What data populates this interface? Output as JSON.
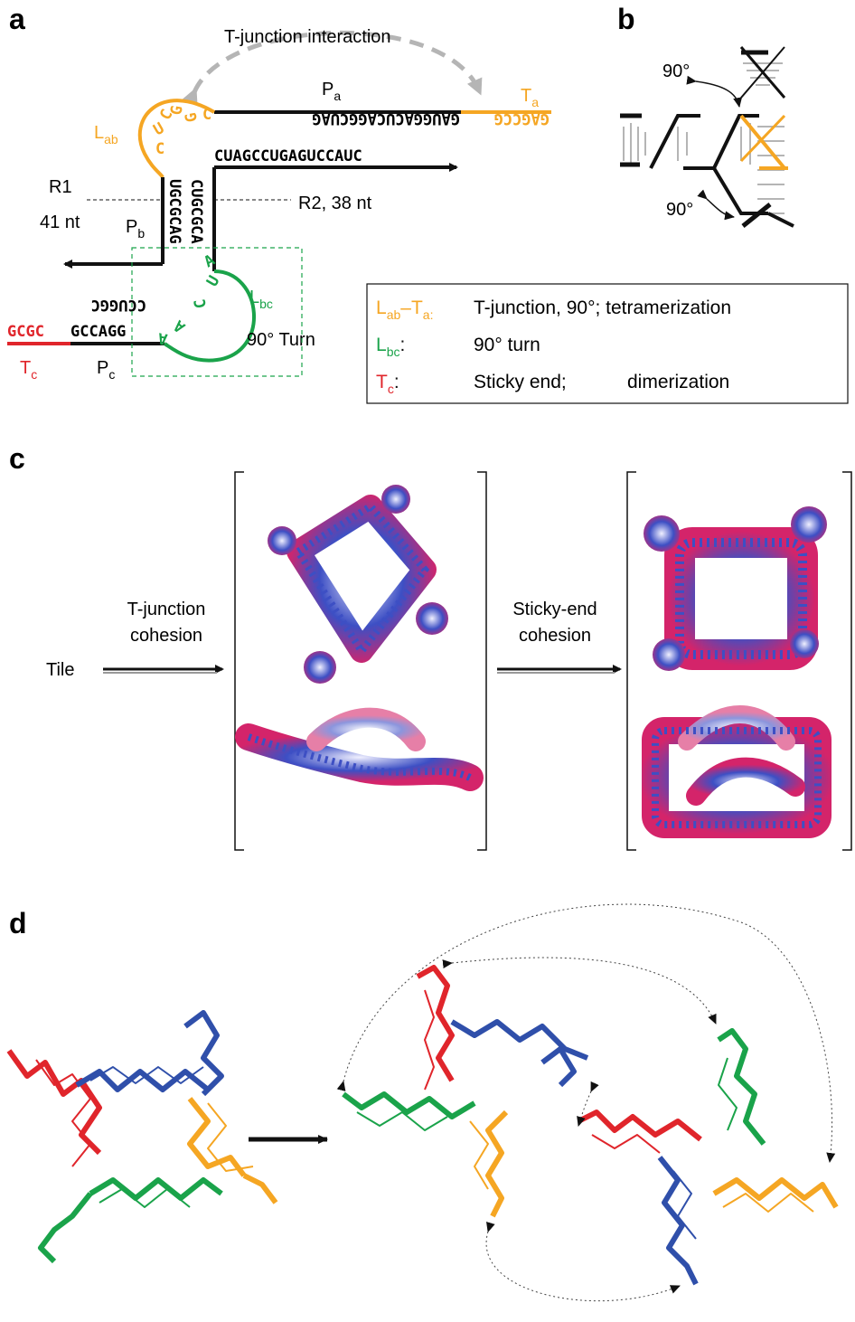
{
  "panels": {
    "a": "a",
    "b": "b",
    "c": "c",
    "d": "d"
  },
  "panel_a": {
    "arrow_label": "T-junction interaction",
    "Pa": "P",
    "Pa_sub": "a",
    "Ta": "T",
    "Ta_sub": "a",
    "Lab": "L",
    "Lab_sub": "ab",
    "Pb": "P",
    "Pb_sub": "b",
    "Pc": "P",
    "Pc_sub": "c",
    "Tc": "T",
    "Tc_sub": "c",
    "Lbc": "L",
    "Lbc_sub": "bc",
    "R1": "R1",
    "R1_len": "41 nt",
    "R2": "R2, 38 nt",
    "turn": "90° Turn",
    "top_strand": "GAUGGACUCAGGCUAG",
    "top_tail": "GAGCCG",
    "bottom_strand": "CUAGCCUGAGUCCAUC",
    "loop_ab": "CGGCUC",
    "stem_left": "UGCGCAG",
    "stem_right": "CUGCGCA",
    "left_top": "CCUGGC",
    "left_bottom_red": "GCGC",
    "left_bottom": "GCCAGG",
    "loop_bc": "AACUA",
    "colors": {
      "orange": "#f5a623",
      "green": "#1aa34a",
      "red": "#e0252b",
      "gray": "#b5b5b5"
    }
  },
  "legend": {
    "row1_key": "L",
    "row1_key_sub1": "ab",
    "row1_key_dash": "–T",
    "row1_key_sub2": "a:",
    "row1_text": "T-junction, 90°;  tetramerization",
    "row2_key": "L",
    "row2_key_sub": "bc",
    "row2_colon": ":",
    "row2_text": "90° turn",
    "row3_key": "T",
    "row3_key_sub": "c",
    "row3_colon": ":",
    "row3_text_a": "Sticky end;",
    "row3_text_b": "dimerization"
  },
  "panel_b": {
    "angle_top": "90°",
    "angle_bottom": "90°"
  },
  "panel_c": {
    "tile": "Tile",
    "step1": "T-junction\ncohesion",
    "step1_l1": "T-junction",
    "step1_l2": "cohesion",
    "step2_l1": "Sticky-end",
    "step2_l2": "cohesion"
  }
}
